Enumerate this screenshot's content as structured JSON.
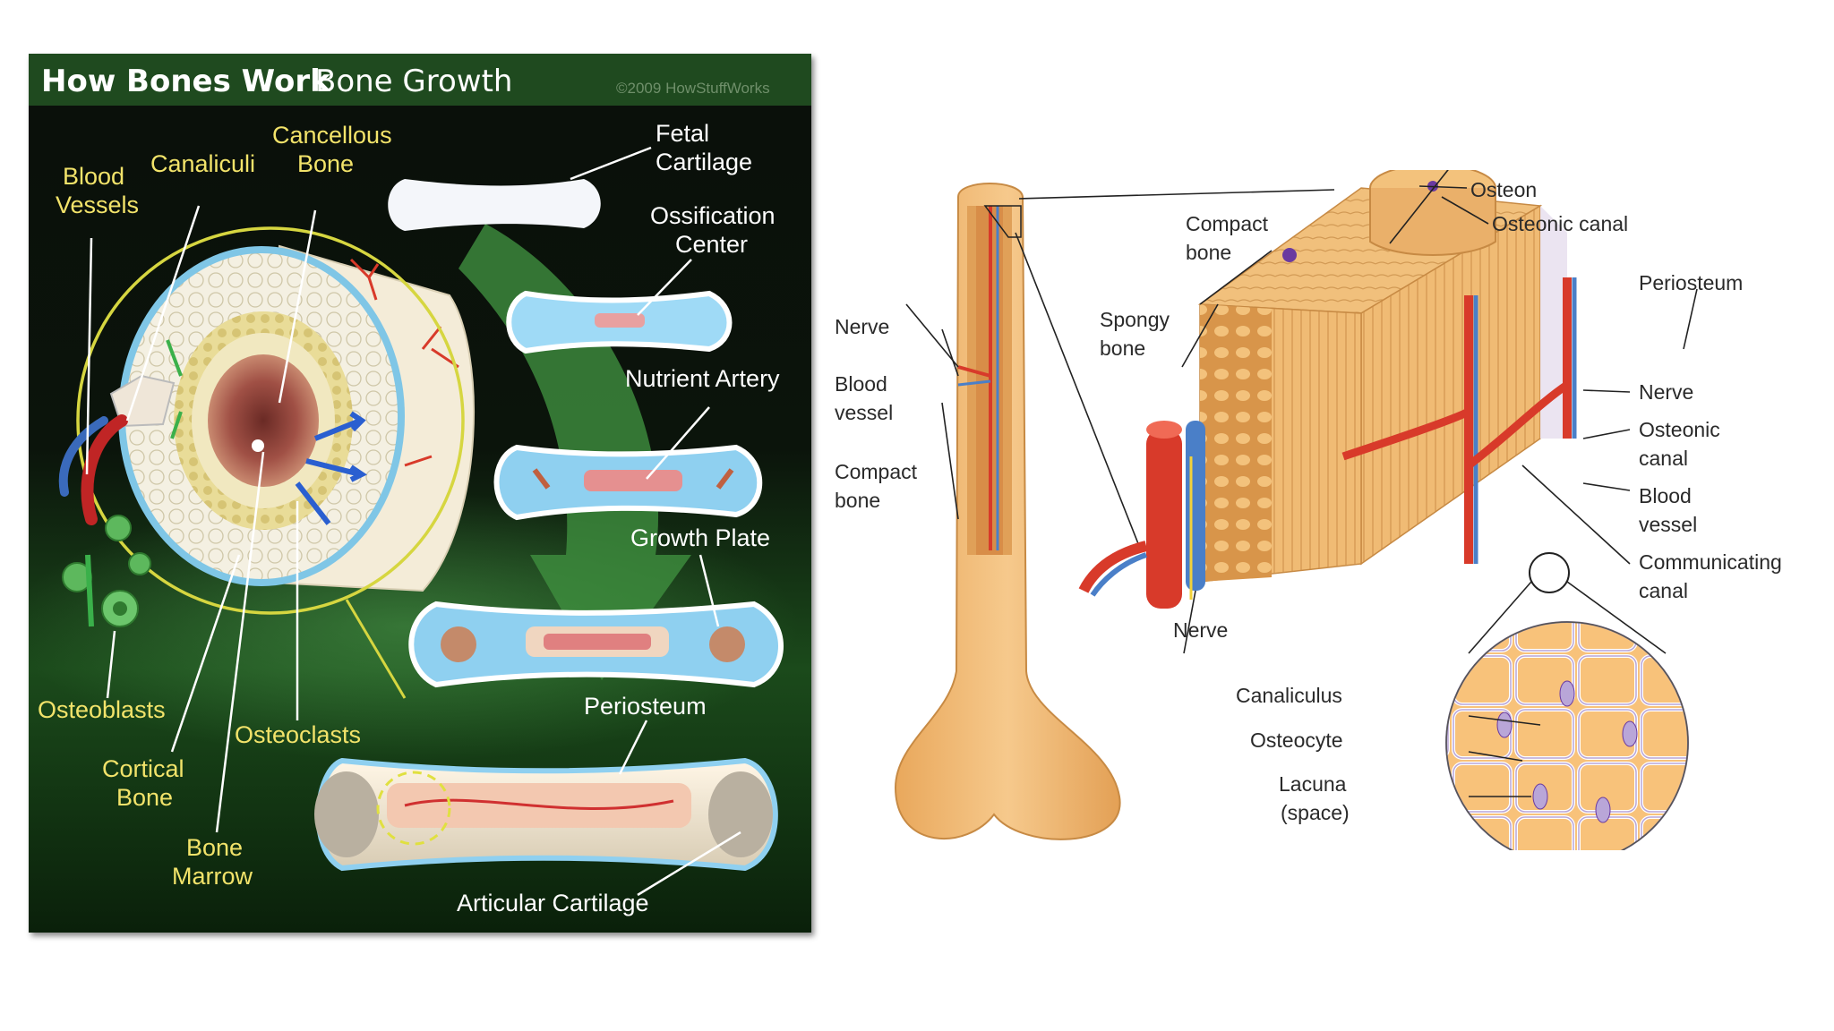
{
  "left": {
    "title": "How Bones Work",
    "subtitle": "Bone Growth",
    "copyright": "©2009 HowStuffWorks",
    "labels": {
      "blood_vessels_1": "Blood",
      "blood_vessels_2": "Vessels",
      "canaliculi": "Canaliculi",
      "cancellous_1": "Cancellous",
      "cancellous_2": "Bone",
      "osteoblasts": "Osteoblasts",
      "osteoclasts": "Osteoclasts",
      "cortical_1": "Cortical",
      "cortical_2": "Bone",
      "marrow_1": "Bone",
      "marrow_2": "Marrow",
      "fetal_1": "Fetal",
      "fetal_2": "Cartilage",
      "ossification_1": "Ossification",
      "ossification_2": "Center",
      "nutrient_artery": "Nutrient Artery",
      "growth_plate": "Growth Plate",
      "periosteum": "Periosteum",
      "articular": "Articular Cartilage"
    }
  },
  "right": {
    "labels": {
      "osteon": "Osteon",
      "osteonic_canal": "Osteonic canal",
      "compact_bone_1": "Compact",
      "compact_bone_2": "bone",
      "periosteum": "Periosteum",
      "spongy_1": "Spongy",
      "spongy_2": "bone",
      "nerve_left": "Nerve",
      "blood_vessel_left_1": "Blood",
      "blood_vessel_left_2": "vessel",
      "compact_left_1": "Compact",
      "compact_left_2": "bone",
      "nerve_right": "Nerve",
      "osteonic_canal_r_1": "Osteonic",
      "osteonic_canal_r_2": "canal",
      "blood_vessel_r_1": "Blood",
      "blood_vessel_r_2": "vessel",
      "communicating_1": "Communicating",
      "communicating_2": "canal",
      "nerve_bottom": "Nerve",
      "canaliculus": "Canaliculus",
      "osteocyte": "Osteocyte",
      "lacuna_1": "Lacuna",
      "lacuna_2": "(space)"
    }
  },
  "colors": {
    "header_green": "#1f4a1f",
    "bone_tan": "#f0b56a",
    "artery_red": "#d83a2a",
    "vein_blue": "#4a7fc8",
    "cartilage_blue": "#8fd0f0",
    "callout_yellow": "#e0e040"
  }
}
